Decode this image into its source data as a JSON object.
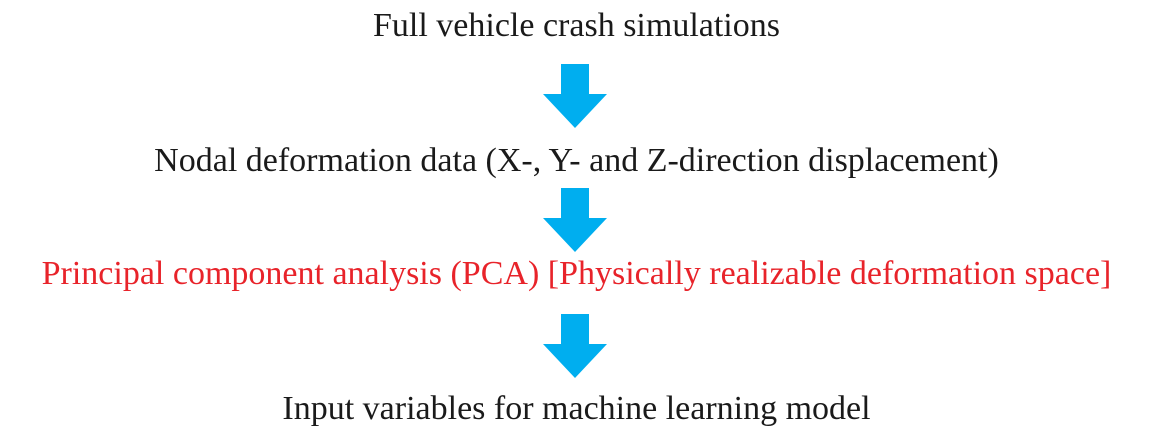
{
  "diagram": {
    "steps": [
      {
        "label": "Full vehicle crash simulations",
        "color": "#1a1a1a"
      },
      {
        "label": "Nodal deformation data (X-, Y- and Z-direction displacement)",
        "color": "#1a1a1a"
      },
      {
        "label": "Principal component analysis (PCA) [Physically realizable deformation space]",
        "color": "#e8232a"
      },
      {
        "label": "Input variables for machine learning model",
        "color": "#1a1a1a"
      }
    ],
    "arrow_color": "#00aeef"
  }
}
